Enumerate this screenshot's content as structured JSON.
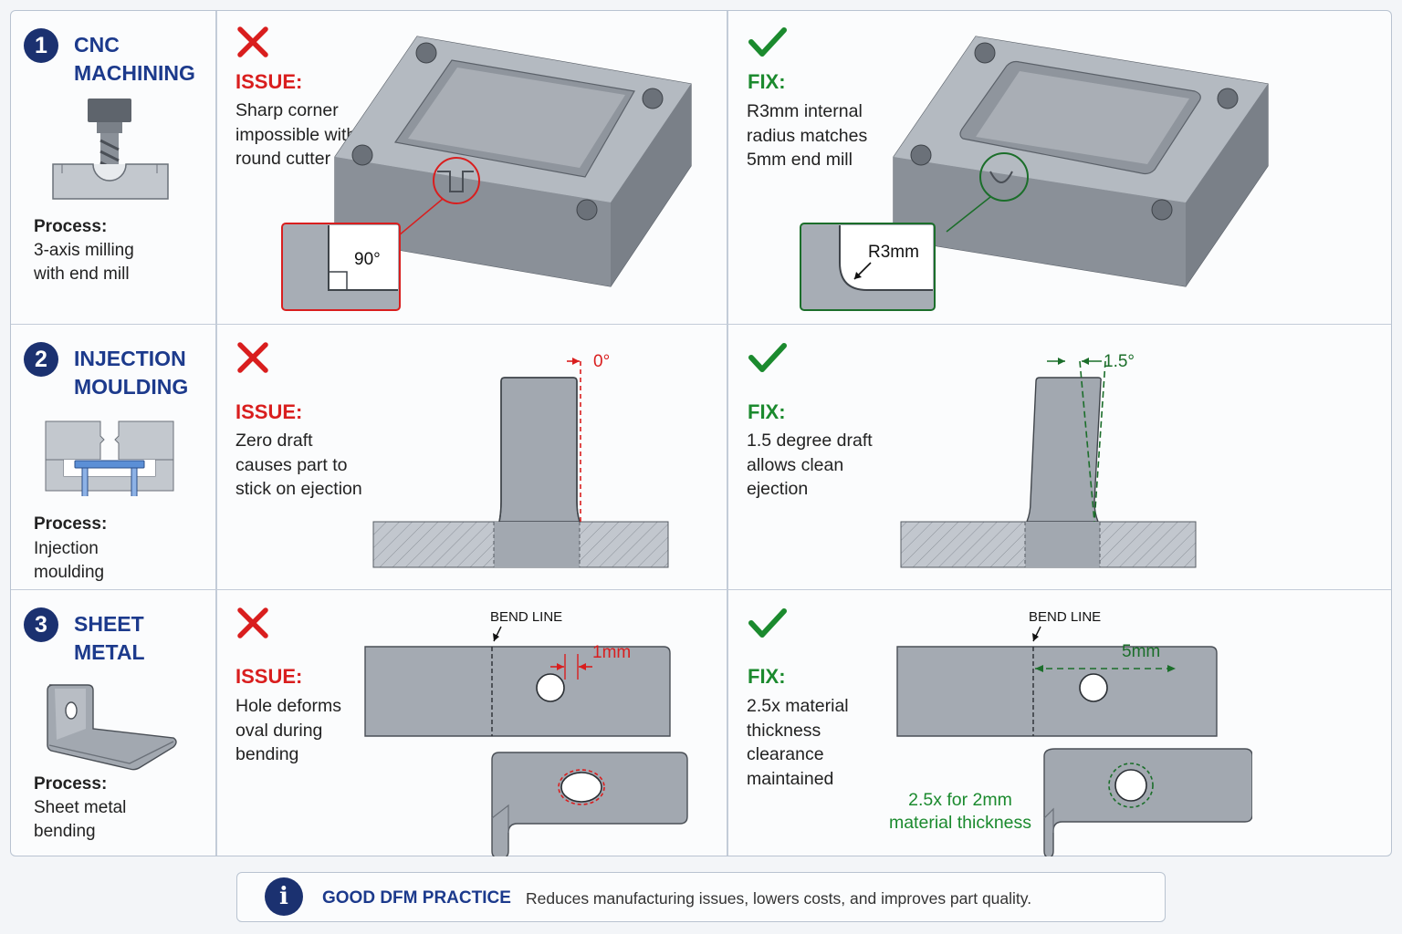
{
  "rows": [
    {
      "number": "1",
      "title": "CNC MACHINING",
      "process_label": "Process:",
      "process_text": "3-axis milling with end mill",
      "issue": {
        "tag": "ISSUE:",
        "text": "Sharp corner impossible with round cutter",
        "detail_label": "90°"
      },
      "fix": {
        "tag": "FIX:",
        "text": "R3mm internal radius matches 5mm end mill",
        "detail_label": "R3mm"
      }
    },
    {
      "number": "2",
      "title": "INJECTION MOULDING",
      "process_label": "Process:",
      "process_text": "Injection moulding",
      "issue": {
        "tag": "ISSUE:",
        "text": "Zero draft causes part to stick on ejection",
        "detail_label": "0°"
      },
      "fix": {
        "tag": "FIX:",
        "text": "1.5 degree draft allows clean ejection",
        "detail_label": "1.5°"
      }
    },
    {
      "number": "3",
      "title": "SHEET METAL",
      "process_label": "Process:",
      "process_text": "Sheet metal bending",
      "issue": {
        "tag": "ISSUE:",
        "text": "Hole deforms oval during bending",
        "bend_label": "BEND LINE",
        "detail_label": "1mm"
      },
      "fix": {
        "tag": "FIX:",
        "text": "2.5x material thickness clearance maintained",
        "bend_label": "BEND LINE",
        "detail_label": "5mm",
        "note": "2.5x for 2mm material thickness"
      }
    }
  ],
  "footer": {
    "icon": "info-icon",
    "title": "GOOD DFM PRACTICE",
    "text": "Reduces manufacturing issues, lowers costs, and improves part quality."
  },
  "colors": {
    "navy": "#1b3170",
    "title_blue": "#1c3a8c",
    "issue_red": "#d91e1e",
    "fix_green": "#1b8a2e",
    "metal": "#8d939b"
  }
}
